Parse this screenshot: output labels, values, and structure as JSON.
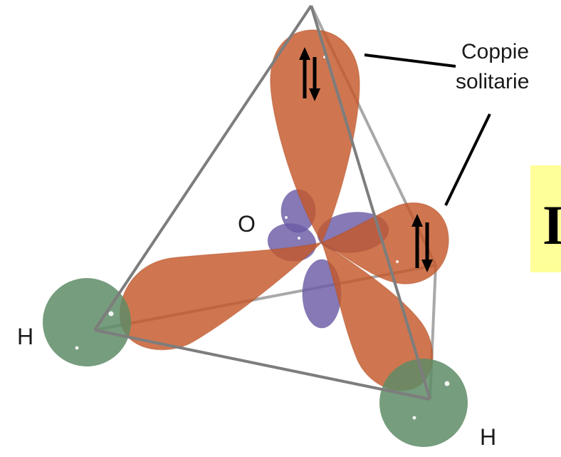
{
  "diagram": {
    "atoms": {
      "oxygen": "O",
      "hydrogen_left": "H",
      "hydrogen_right": "H"
    },
    "callout": {
      "line1": "Coppie",
      "line2": "solitarie"
    },
    "highlight_box": {
      "text": "I",
      "color": "#ffff99"
    },
    "colors": {
      "sp3_lobe": "#c4582a",
      "p_lobe": "#6b5ba6",
      "hydrogen": "#5e8c66",
      "tetrahedron_edge": "#a8a8a8"
    }
  }
}
